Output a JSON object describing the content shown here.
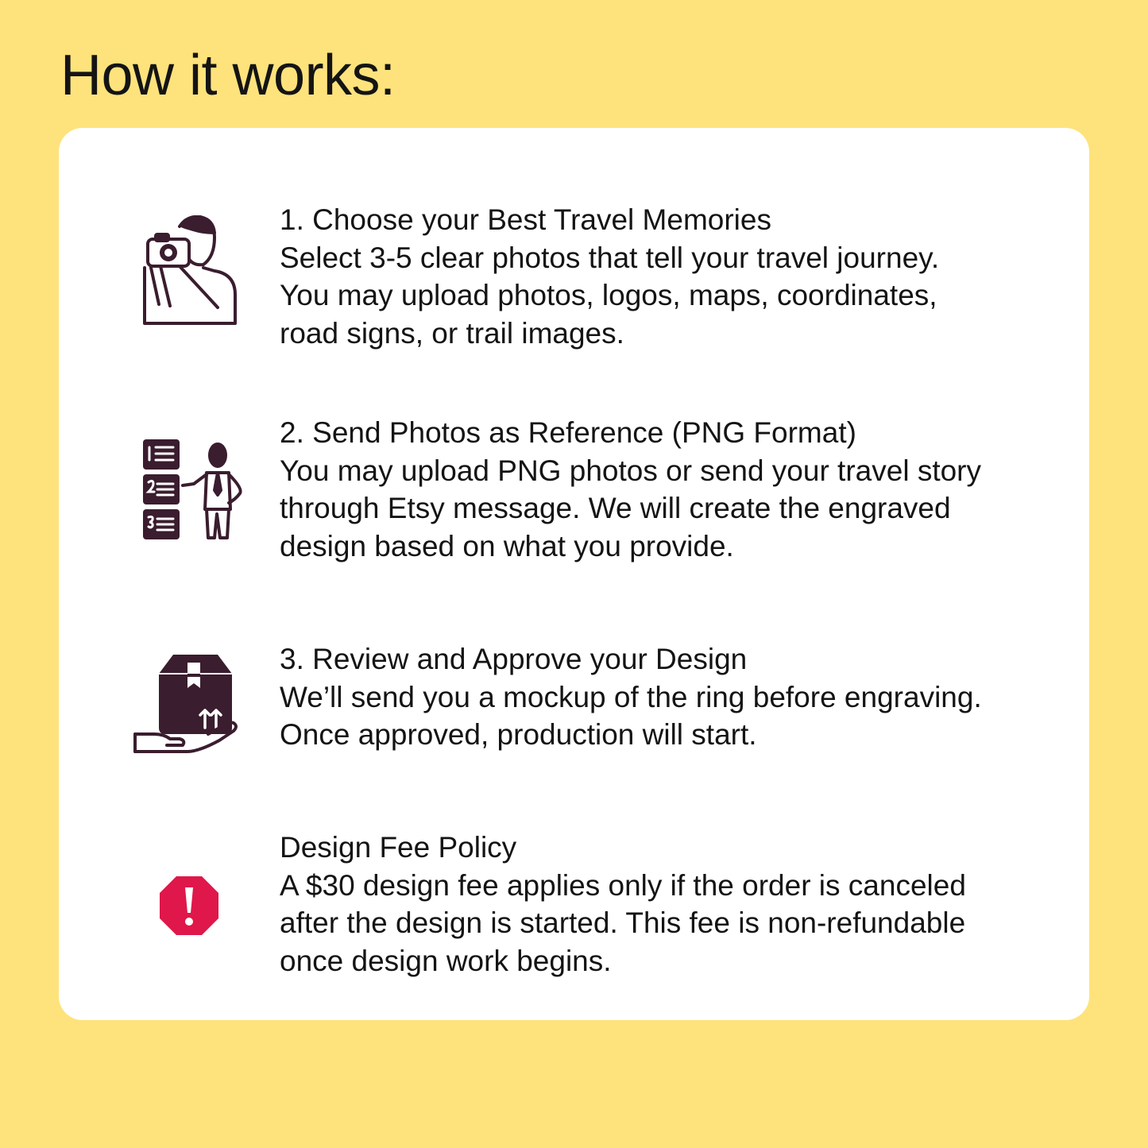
{
  "page": {
    "title": "How it works:"
  },
  "colors": {
    "background": "#FEE37C",
    "card": "#FFFFFF",
    "icon": "#3A1D2E",
    "warning": "#E0174A",
    "text": "#141414"
  },
  "steps": [
    {
      "icon": "photographer-camera-icon",
      "title": "1.  Choose your Best Travel Memories",
      "description": "Select 3-5 clear photos that tell your travel journey.\nYou may upload photos, logos, maps, coordinates,\nroad signs, or trail images."
    },
    {
      "icon": "person-checklist-icon",
      "title": "2. Send Photos as Reference (PNG Format)",
      "description": "You may upload PNG photos or send your travel story\nthrough Etsy message. We will create the engraved\ndesign based on what you provide."
    },
    {
      "icon": "hand-holding-package-icon",
      "title": "3. Review and Approve your Design",
      "description": "We’ll send you a mockup of the ring before engraving.\nOnce approved, production will start."
    },
    {
      "icon": "warning-octagon-icon",
      "title": "Design Fee Policy",
      "description": "A $30 design fee applies only if the order is canceled\nafter the design is started. This fee is non-refundable\nonce design work begins."
    }
  ]
}
